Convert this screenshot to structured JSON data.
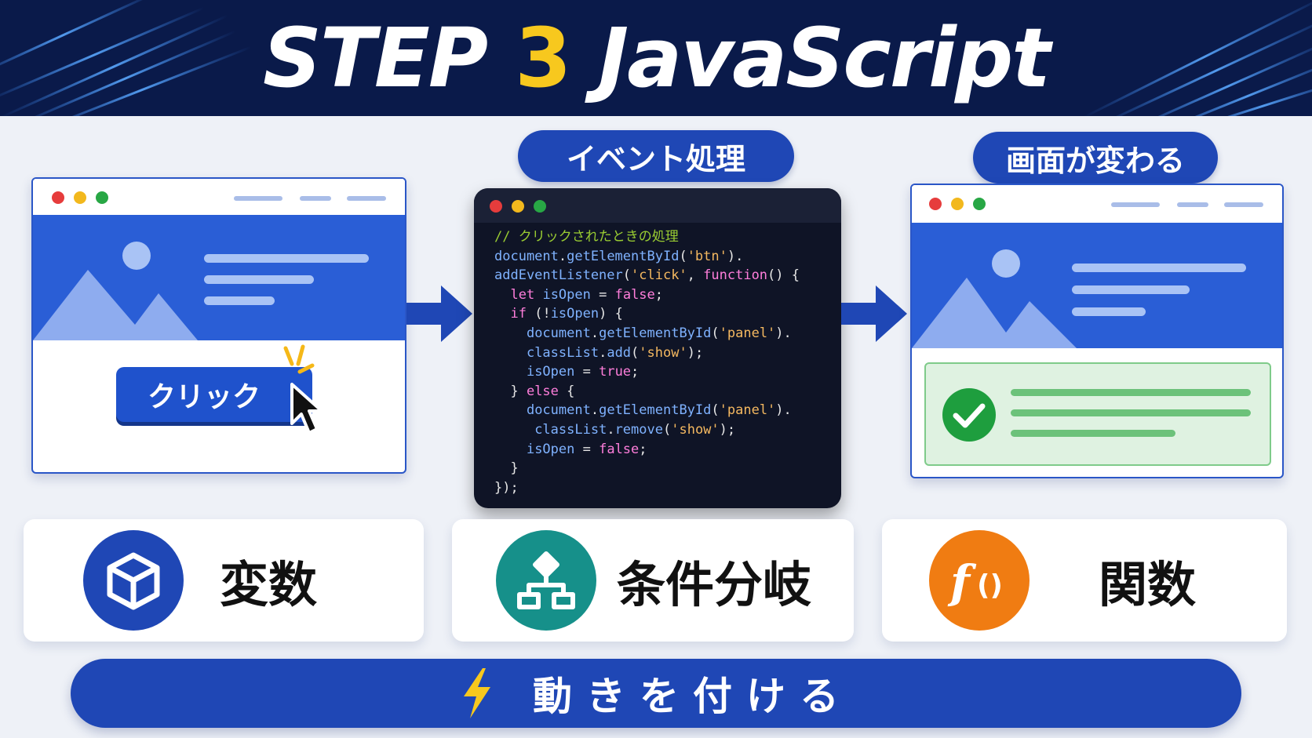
{
  "header": {
    "step_word": "STEP",
    "step_number": "3",
    "topic": "JavaScript"
  },
  "sections": {
    "event_label": "イベント処理",
    "result_label": "画面が変わる"
  },
  "left_browser": {
    "button_label": "クリック"
  },
  "code_lines": [
    "// クリックされたときの処理",
    "document.getElementById('btn').",
    "addEventListener('click', function() {",
    "  let isOpen = false;",
    "  if (!isOpen) {",
    "    document.getElementById('panel').",
    "    classList.add('show');",
    "    isOpen = true;",
    "  } else {",
    "    document.getElementById('panel').",
    "     classList.remove('show');",
    "    isOpen = false;",
    "  }",
    "});"
  ],
  "concepts": [
    {
      "label": "変数",
      "icon": "cube-icon",
      "color": "#1f47b5"
    },
    {
      "label": "条件分岐",
      "icon": "flowchart-icon",
      "color": "#16908a"
    },
    {
      "label": "関数",
      "icon": "function-icon",
      "color": "#f07c12"
    }
  ],
  "banner": {
    "text": "動きを付ける",
    "icon": "lightning-icon"
  },
  "colors": {
    "header_bg": "#0a1a4a",
    "accent_blue": "#1f47b5",
    "step_yellow": "#f7c81e",
    "success_green": "#1e9e3e"
  }
}
